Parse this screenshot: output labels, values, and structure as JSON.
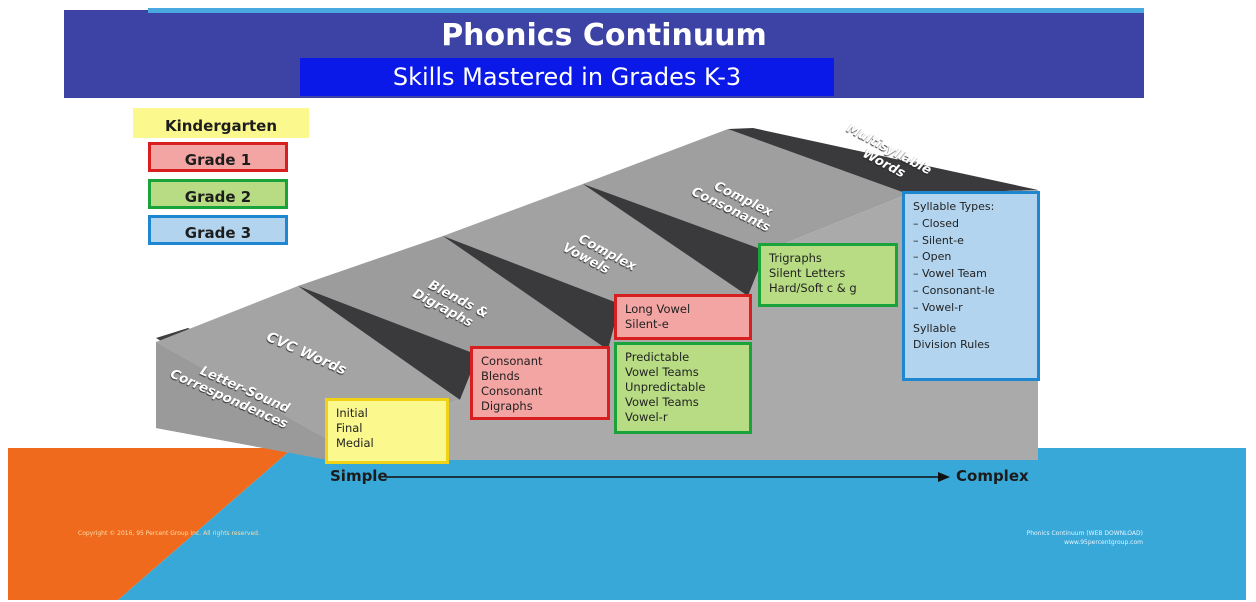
{
  "title": {
    "main": "Phonics Continuum",
    "subtitle": "Skills Mastered in Grades K-3"
  },
  "legend": [
    {
      "label": "Kindergarten",
      "color": "#fbf98e"
    },
    {
      "label": "Grade 1",
      "color": "#f3a5a3"
    },
    {
      "label": "Grade 2",
      "color": "#b7dc83"
    },
    {
      "label": "Grade 3",
      "color": "#b2d4ef"
    }
  ],
  "steps": [
    {
      "label_line1": "Letter-Sound",
      "label_line2": "Correspondences"
    },
    {
      "label_line1": "CVC Words",
      "label_line2": ""
    },
    {
      "label_line1": "Blends &",
      "label_line2": "Digraphs"
    },
    {
      "label_line1": "Complex",
      "label_line2": "Vowels"
    },
    {
      "label_line1": "Complex",
      "label_line2": "Consonants"
    },
    {
      "label_line1": "Multisyllable",
      "label_line2": "Words"
    }
  ],
  "boxes": {
    "kindergarten": [
      "Initial",
      "Final",
      "Medial"
    ],
    "grade1_blends": [
      "Consonant",
      "Blends",
      "Consonant",
      "Digraphs"
    ],
    "grade1_vowels": [
      "Long Vowel",
      "Silent-e"
    ],
    "grade2_vowels": [
      "Predictable",
      "Vowel Teams",
      "Unpredictable",
      "Vowel Teams",
      "Vowel-r"
    ],
    "grade2_consonants": [
      "Trigraphs",
      "Silent Letters",
      "Hard/Soft c & g"
    ],
    "grade3": [
      "Syllable Types:",
      "– Closed",
      "– Silent-e",
      "– Open",
      "– Vowel Team",
      "– Consonant-le",
      "– Vowel-r",
      "Syllable",
      "Division Rules"
    ]
  },
  "axis": {
    "simple": "Simple",
    "complex": "Complex"
  },
  "footer": {
    "left": "Copyright © 2016, 95 Percent Group Inc. All rights reserved.",
    "right_line1": "Phonics Continuum (WEB DOWNLOAD)",
    "right_line2": "www.95percentgroup.com"
  },
  "colors": {
    "banner": "#3d43a4",
    "subtitle_bg": "#0a19e8",
    "orange": "#f06a1e",
    "sky": "#38a8d8"
  }
}
